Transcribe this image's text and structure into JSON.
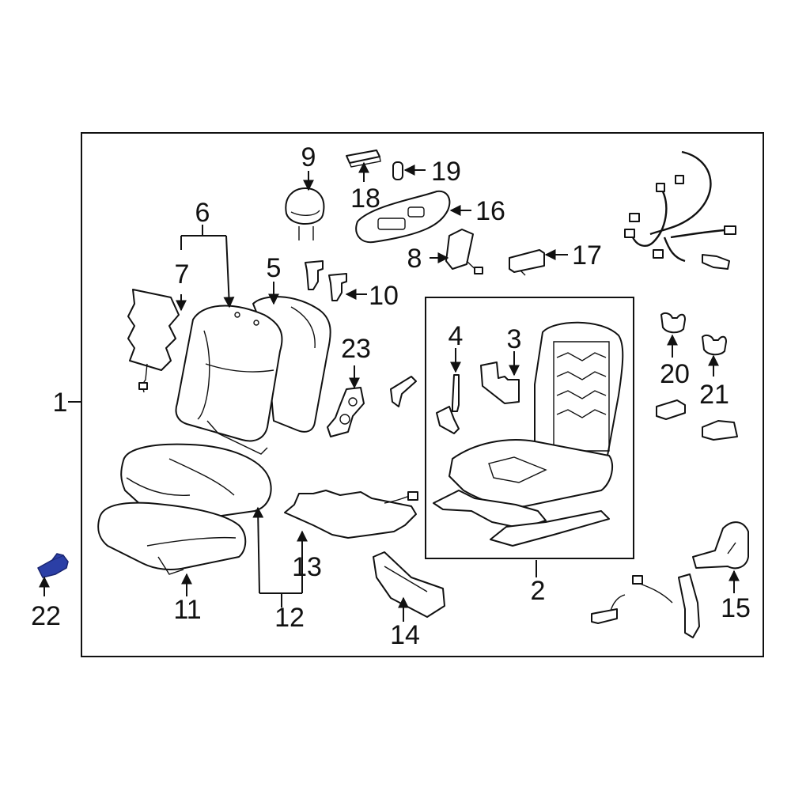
{
  "callouts": {
    "c1": "1",
    "c2": "2",
    "c3": "3",
    "c4": "4",
    "c5": "5",
    "c6": "6",
    "c7": "7",
    "c8": "8",
    "c9": "9",
    "c10": "10",
    "c11": "11",
    "c12": "12",
    "c13": "13",
    "c14": "14",
    "c15": "15",
    "c16": "16",
    "c17": "17",
    "c18": "18",
    "c19": "19",
    "c20": "20",
    "c21": "21",
    "c22": "22",
    "c23": "23"
  },
  "colors": {
    "line": "#111111",
    "highlight": "#2b3fa6",
    "background": "#ffffff"
  },
  "highlighted_part": "22"
}
